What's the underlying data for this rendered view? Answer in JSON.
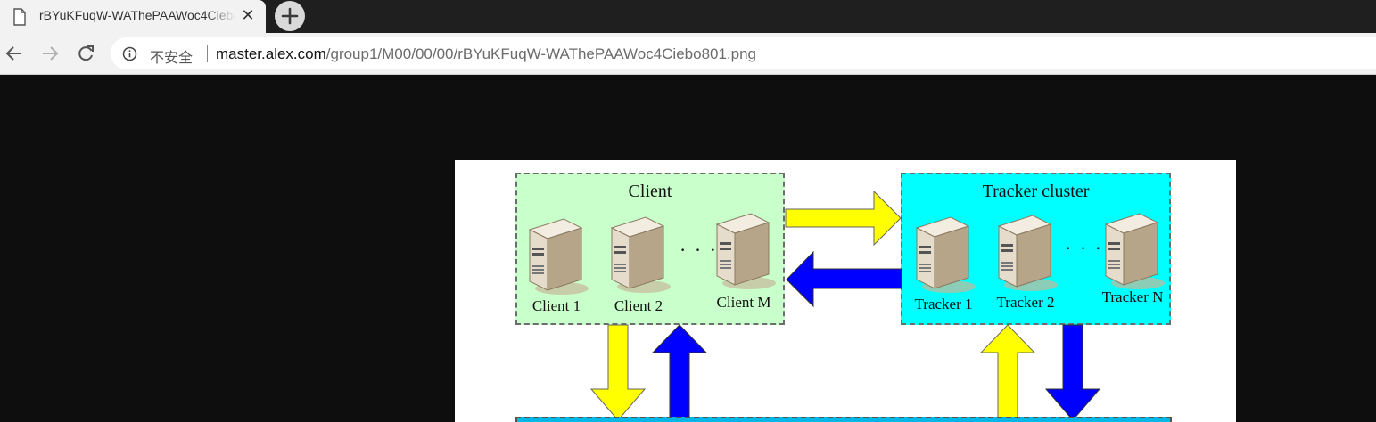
{
  "browser": {
    "tab": {
      "title": "rBYuKFuqW-WAThePAAWoc4Ciebo801.png",
      "close_glyph": "✕",
      "icon": "document-icon"
    },
    "new_tab_icon": "plus-icon",
    "nav": {
      "back_icon": "arrow-left-icon",
      "forward_icon": "arrow-right-icon",
      "reload_icon": "reload-icon"
    },
    "omnibox": {
      "security_icon": "info-circle-icon",
      "security_label": "不安全",
      "url_host": "master.alex.com",
      "url_path": "/group1/M00/00/00/rBYuKFuqW-WAThePAAWoc4Ciebo801.png"
    }
  },
  "diagram": {
    "client_cluster": {
      "title": "Client",
      "nodes": [
        "Client 1",
        "Client 2",
        "Client M"
      ],
      "ellipsis": "· · ·",
      "fill": "#c9ffcb"
    },
    "tracker_cluster": {
      "title": "Tracker cluster",
      "nodes": [
        "Tracker 1",
        "Tracker 2",
        "Tracker N"
      ],
      "ellipsis": "· · ·",
      "fill": "#00ffff"
    },
    "arrow_colors": {
      "yellow": "#ffff00",
      "blue": "#0000ff"
    }
  }
}
